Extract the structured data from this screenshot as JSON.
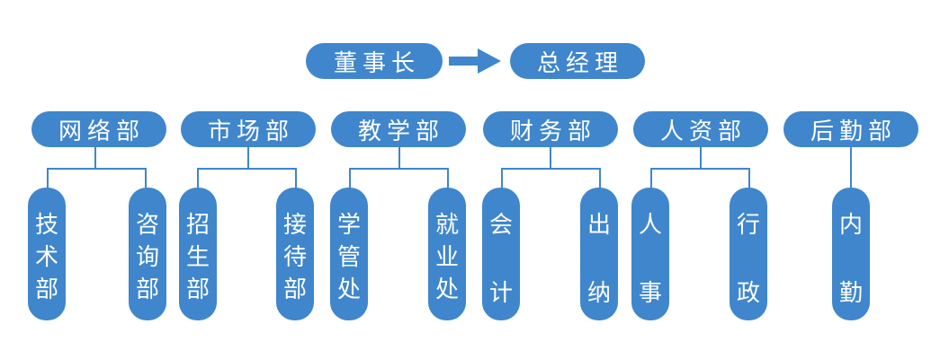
{
  "top": {
    "chairman": "董事长",
    "general_manager": "总经理"
  },
  "departments": [
    {
      "name": "网络部",
      "units": [
        {
          "name": "技术部",
          "chars": [
            "技",
            "术",
            "部"
          ]
        },
        {
          "name": "咨询部",
          "chars": [
            "咨",
            "询",
            "部"
          ]
        }
      ]
    },
    {
      "name": "市场部",
      "units": [
        {
          "name": "招生部",
          "chars": [
            "招",
            "生",
            "部"
          ]
        },
        {
          "name": "接待部",
          "chars": [
            "接",
            "待",
            "部"
          ]
        }
      ]
    },
    {
      "name": "教学部",
      "units": [
        {
          "name": "学管处",
          "chars": [
            "学",
            "管",
            "处"
          ]
        },
        {
          "name": "就业处",
          "chars": [
            "就",
            "业",
            "处"
          ]
        }
      ]
    },
    {
      "name": "财务部",
      "units": [
        {
          "name": "会计",
          "chars": [
            "会",
            "计"
          ]
        },
        {
          "name": "出纳",
          "chars": [
            "出",
            "纳"
          ]
        }
      ]
    },
    {
      "name": "人资部",
      "units": [
        {
          "name": "人事",
          "chars": [
            "人",
            "事"
          ]
        },
        {
          "name": "行政",
          "chars": [
            "行",
            "政"
          ]
        }
      ]
    },
    {
      "name": "后勤部",
      "units": [
        {
          "name": "内勤",
          "chars": [
            "内",
            "勤"
          ]
        }
      ]
    }
  ],
  "colors": {
    "box": "#3f86cc",
    "text": "#ffffff",
    "background": "#ffffff"
  }
}
